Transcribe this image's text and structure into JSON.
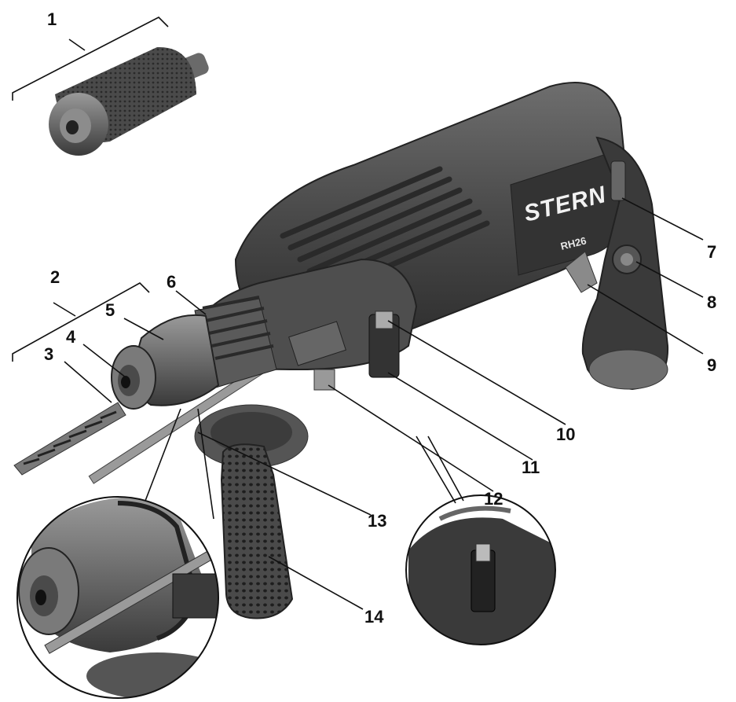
{
  "figure": {
    "brand_text": "STERN",
    "model_text": "RH26",
    "callouts": [
      "1",
      "2",
      "3",
      "4",
      "5",
      "6",
      "7",
      "8",
      "9",
      "10",
      "11",
      "12",
      "13",
      "14"
    ],
    "colors": {
      "body_dark": "#3c3c3c",
      "body_mid": "#5a5a5a",
      "body_light": "#8a8a8a",
      "grip": "#2f2f2f",
      "line": "#111111"
    }
  }
}
